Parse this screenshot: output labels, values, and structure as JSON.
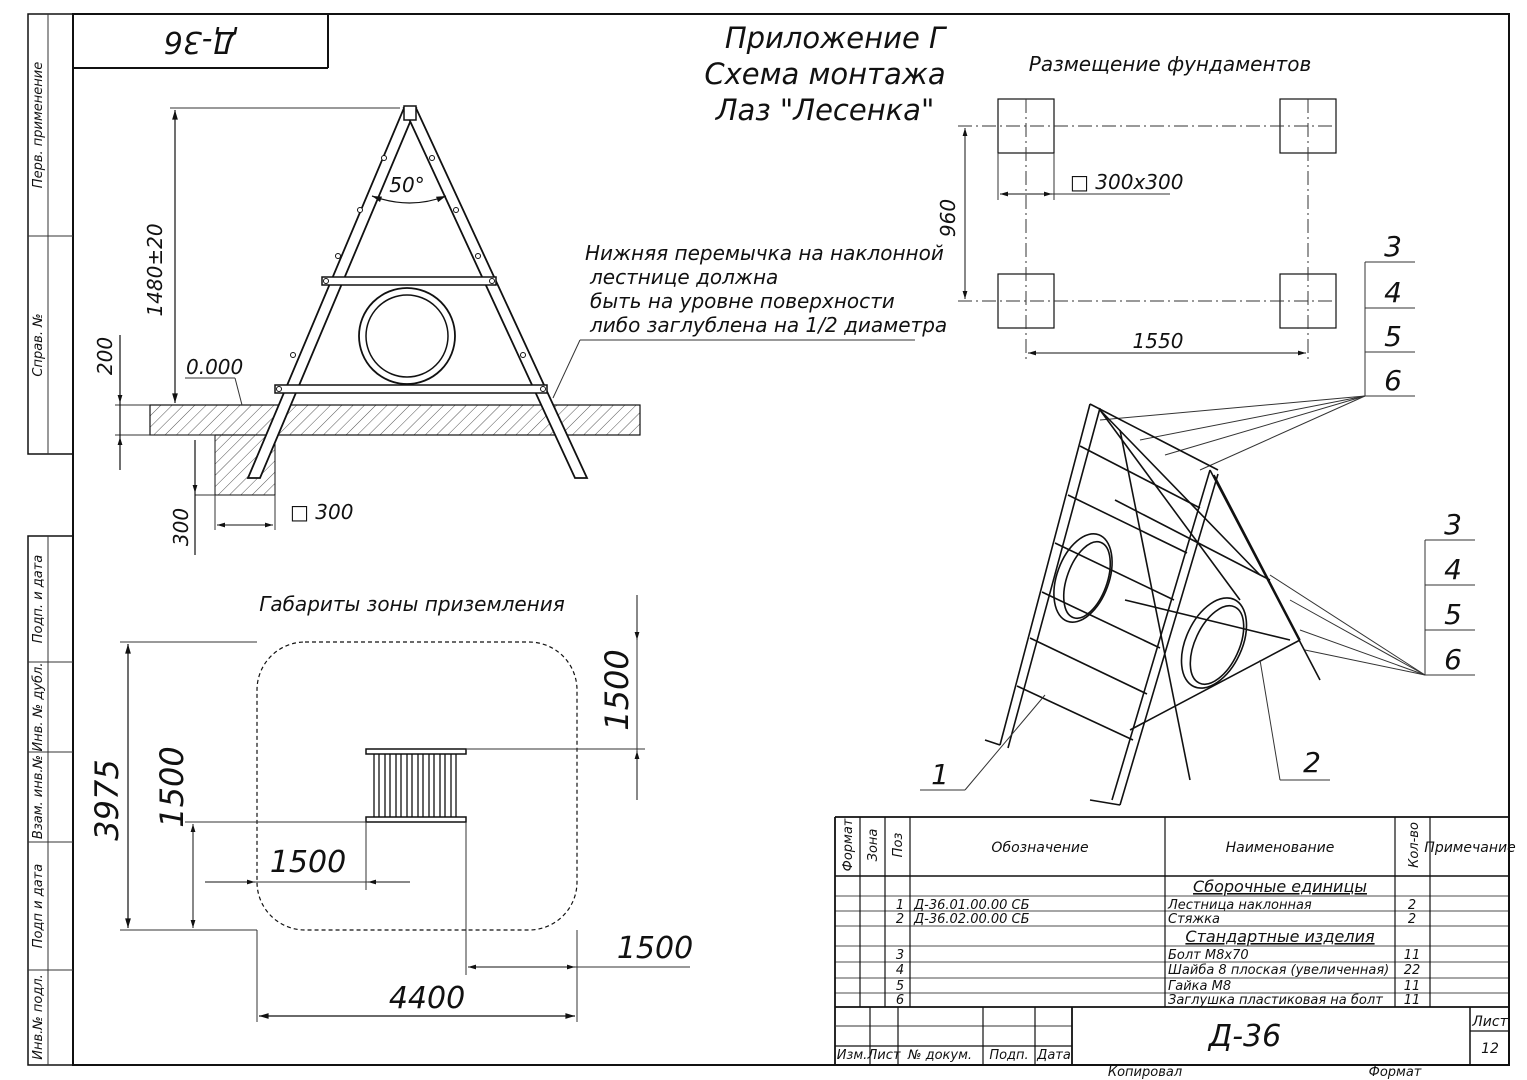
{
  "frame": {
    "code_box": "Д-36",
    "side_labels": [
      "Перв. применение",
      "Справ. №",
      "Подп. и дата",
      "Инв. № дубл.",
      "Взам. инв.№",
      "Подп и дата",
      "Инв.№ подл."
    ]
  },
  "title": {
    "line1": "Приложение Г",
    "line2": "Схема монтажа",
    "line3": "Лаз \"Лесенка\""
  },
  "front_view": {
    "angle": "50°",
    "height": "1480±20",
    "depth_200": "200",
    "level": "0.000",
    "depth_300": "300",
    "foundation_size": "□ 300",
    "note": [
      "Нижняя перемычка на наклонной",
      "лестнице должна",
      "быть на уровне поверхности",
      "либо заглублена на 1/2 диаметра"
    ]
  },
  "foundations": {
    "title": "Размещение фундаментов",
    "size": "□ 300x300",
    "dim_960": "960",
    "dim_1550": "1550"
  },
  "landing_zone": {
    "title": "Габариты зоны приземления",
    "dim_3975": "3975",
    "dim_1500_right": "1500",
    "dim_1500_left": "1500",
    "dim_1500_mid": "1500",
    "dim_1500_bottom": "1500",
    "dim_4400": "4400"
  },
  "callouts": {
    "upper": [
      "3",
      "4",
      "5",
      "6"
    ],
    "lower": [
      "3",
      "4",
      "5",
      "6"
    ],
    "part1": "1",
    "part2": "2"
  },
  "spec_table": {
    "headers": {
      "format": "Формат",
      "zone": "Зона",
      "pos": "Поз",
      "designation": "Обозначение",
      "name": "Наименование",
      "qty": "Кол-во",
      "note": "Примечание"
    },
    "section_assembly": "Сборочные единицы",
    "section_standard": "Стандартные изделия",
    "rows": [
      {
        "pos": "1",
        "designation": "Д-36.01.00.00 СБ",
        "name": "Лестница наклонная",
        "qty": "2"
      },
      {
        "pos": "2",
        "designation": "Д-36.02.00.00 СБ",
        "name": "Стяжка",
        "qty": "2"
      },
      {
        "pos": "3",
        "designation": "",
        "name": "Болт М8х70",
        "qty": "11"
      },
      {
        "pos": "4",
        "designation": "",
        "name": "Шайба 8 плоская (увеличенная)",
        "qty": "22"
      },
      {
        "pos": "5",
        "designation": "",
        "name": "Гайка М8",
        "qty": "11"
      },
      {
        "pos": "6",
        "designation": "",
        "name": "Заглушка пластиковая на болт",
        "qty": "11"
      }
    ]
  },
  "title_block": {
    "code": "Д-36",
    "sheet_label": "Лист",
    "sheet_number": "12",
    "cols": [
      "Изм.",
      "Лист",
      "№ докум.",
      "Подп.",
      "Дата"
    ],
    "copied": "Копировал",
    "format": "Формат"
  }
}
